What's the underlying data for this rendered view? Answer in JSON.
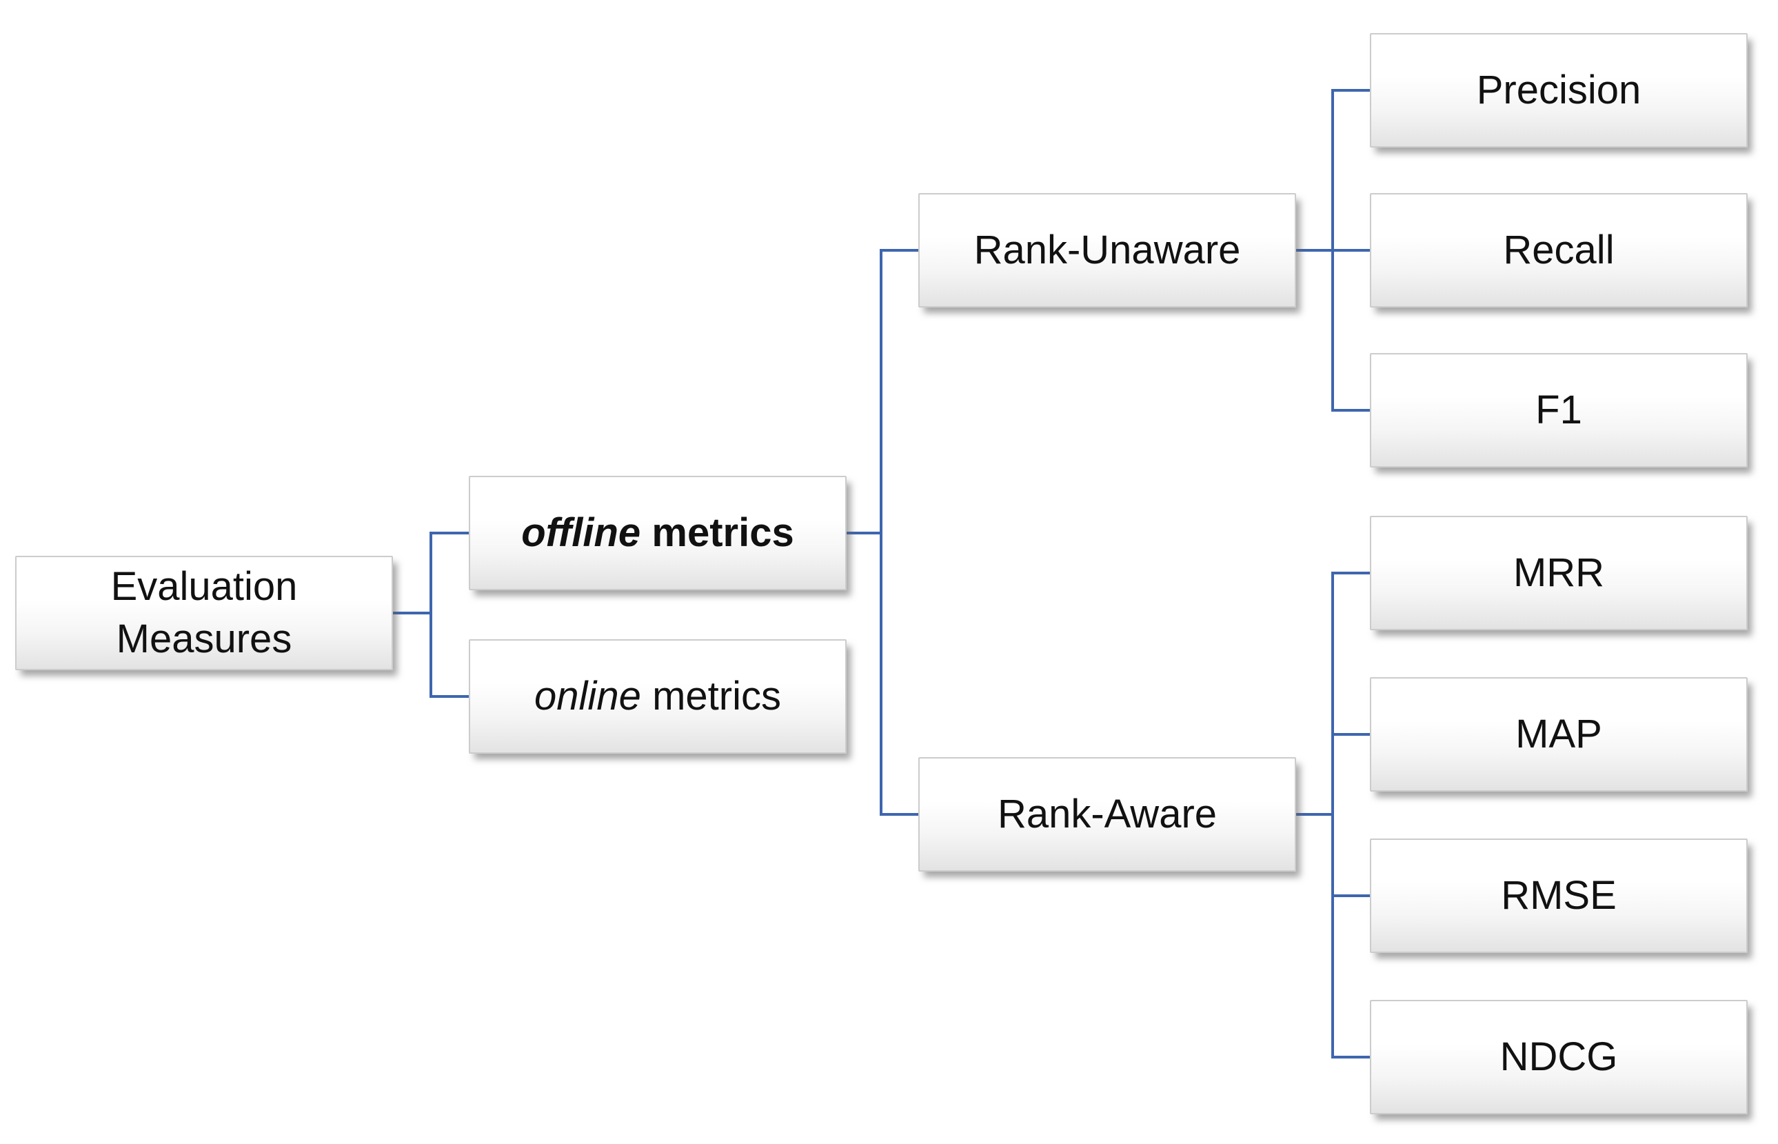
{
  "diagram_title": "Evaluation Measures hierarchy",
  "colors": {
    "connector_blue": "#3E66AE",
    "box_border": "#CCCCCC",
    "box_gradient_top": "#FFFFFF",
    "box_gradient_mid": "#F5F5F5",
    "box_gradient_bottom": "#E3E3E3",
    "text_color": "#111111",
    "background": "#FFFFFF"
  },
  "nodes": {
    "evaluation": {
      "line1": "Evaluation",
      "line2": "Measures",
      "label": "Evaluation Measures"
    },
    "offline": {
      "em": "offline",
      "rest": "metrics",
      "label": "offline metrics"
    },
    "online": {
      "em": "online",
      "rest": "metrics",
      "label": "online metrics"
    },
    "rank_unaware": {
      "label": "Rank-Unaware"
    },
    "rank_aware": {
      "label": "Rank-Aware"
    },
    "precision": {
      "label": "Precision"
    },
    "recall": {
      "label": "Recall"
    },
    "f1": {
      "label": "F1"
    },
    "mrr": {
      "label": "MRR"
    },
    "map": {
      "label": "MAP"
    },
    "rmse": {
      "label": "RMSE"
    },
    "ndcg": {
      "label": "NDCG"
    }
  },
  "edges": [
    {
      "from": "Evaluation Measures",
      "to": "offline metrics"
    },
    {
      "from": "Evaluation Measures",
      "to": "online metrics"
    },
    {
      "from": "offline metrics",
      "to": "Rank-Unaware"
    },
    {
      "from": "offline metrics",
      "to": "Rank-Aware"
    },
    {
      "from": "Rank-Unaware",
      "to": "Precision"
    },
    {
      "from": "Rank-Unaware",
      "to": "Recall"
    },
    {
      "from": "Rank-Unaware",
      "to": "F1"
    },
    {
      "from": "Rank-Aware",
      "to": "MRR"
    },
    {
      "from": "Rank-Aware",
      "to": "MAP"
    },
    {
      "from": "Rank-Aware",
      "to": "RMSE"
    },
    {
      "from": "Rank-Aware",
      "to": "NDCG"
    }
  ]
}
